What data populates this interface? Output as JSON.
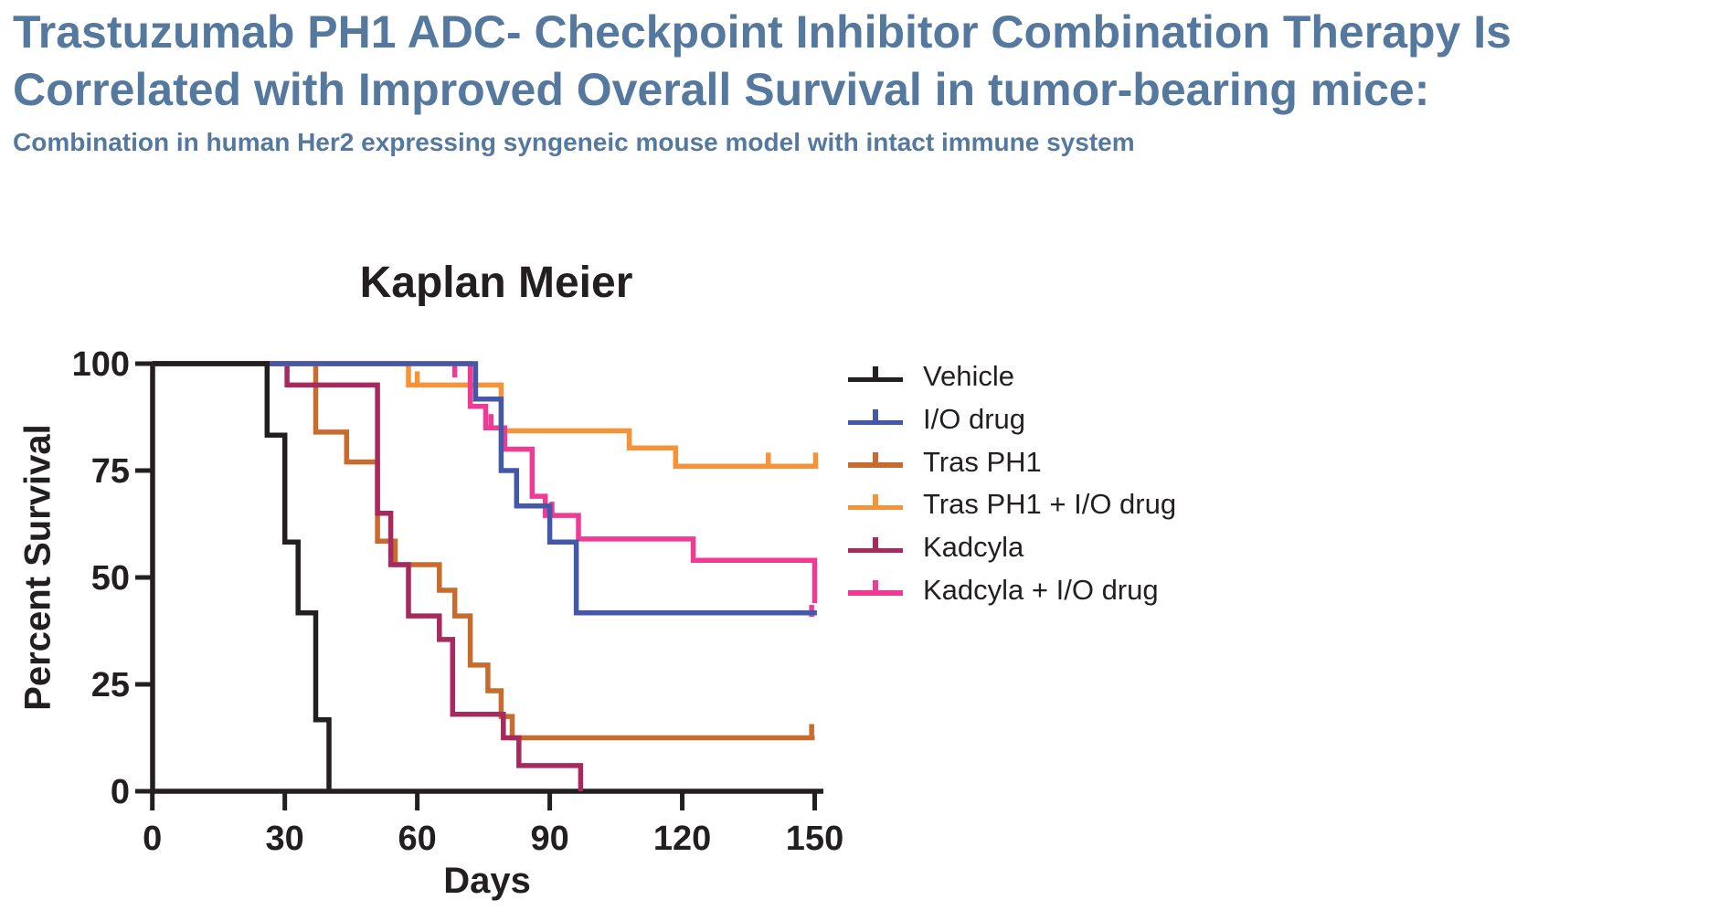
{
  "slide": {
    "title_line1": "Trastuzumab PH1 ADC- Checkpoint Inhibitor Combination Therapy Is",
    "title_line2": "Correlated with Improved Overall Survival in tumor-bearing mice:",
    "subtitle": "Combination in human Her2 expressing syngeneic mouse model with intact immune system",
    "title_color": "#55789e"
  },
  "chart_data": {
    "type": "line",
    "variant": "kaplan-meier-step-survival",
    "title": "Kaplan Meier",
    "xlabel": "Days",
    "ylabel": "Percent Survival",
    "xlim": [
      0,
      150
    ],
    "ylim": [
      0,
      100
    ],
    "x_ticks": [
      0,
      30,
      60,
      90,
      120,
      150
    ],
    "y_ticks": [
      100,
      75,
      50,
      25,
      0
    ],
    "grid": "off",
    "legend_position": "right",
    "axis_color": "#231f20",
    "draw_order": [
      2,
      4,
      3,
      5,
      1,
      0
    ],
    "series": [
      {
        "name": "Vehicle",
        "color": "#231f20",
        "steps": [
          [
            0,
            100
          ],
          [
            26,
            100
          ],
          [
            26,
            83.3
          ],
          [
            30,
            83.3
          ],
          [
            30,
            58.3
          ],
          [
            33,
            58.3
          ],
          [
            33,
            41.7
          ],
          [
            37,
            41.7
          ],
          [
            37,
            16.7
          ],
          [
            40,
            16.7
          ],
          [
            40,
            0
          ]
        ],
        "censors": []
      },
      {
        "name": "I/O drug",
        "color": "#4458aa",
        "steps": [
          [
            0,
            100
          ],
          [
            73.2,
            100
          ],
          [
            73.2,
            91.7
          ],
          [
            79,
            91.7
          ],
          [
            79,
            75
          ],
          [
            82.5,
            75
          ],
          [
            82.5,
            66.7
          ],
          [
            90,
            66.7
          ],
          [
            90,
            58.3
          ],
          [
            96,
            58.3
          ],
          [
            96,
            41.7
          ],
          [
            150.5,
            41.7
          ]
        ],
        "censors": []
      },
      {
        "name": "Tras PH1",
        "color": "#c76b2e",
        "steps": [
          [
            0,
            100
          ],
          [
            37,
            100
          ],
          [
            37,
            84
          ],
          [
            44,
            84
          ],
          [
            44,
            77
          ],
          [
            51,
            77
          ],
          [
            51,
            58.5
          ],
          [
            55,
            58.5
          ],
          [
            55,
            53
          ],
          [
            65,
            53
          ],
          [
            65,
            47
          ],
          [
            68.5,
            47
          ],
          [
            68.5,
            41
          ],
          [
            72,
            41
          ],
          [
            72,
            29.5
          ],
          [
            76,
            29.5
          ],
          [
            76,
            23.5
          ],
          [
            79,
            23.5
          ],
          [
            79,
            17.5
          ],
          [
            81.5,
            17.5
          ],
          [
            81.5,
            12.5
          ],
          [
            150,
            12.5
          ]
        ],
        "censors": [
          [
            149.3,
            12.5,
            "up"
          ]
        ]
      },
      {
        "name": "Tras PH1 + I/O drug",
        "color": "#f69339",
        "steps": [
          [
            0,
            100
          ],
          [
            58,
            100
          ],
          [
            58,
            95
          ],
          [
            79,
            95
          ],
          [
            79,
            84.3
          ],
          [
            108,
            84.3
          ],
          [
            108,
            80.3
          ],
          [
            118.5,
            80.3
          ],
          [
            118.5,
            76
          ],
          [
            150.8,
            76
          ]
        ],
        "censors": [
          [
            60,
            95,
            "up"
          ],
          [
            139.5,
            76,
            "up"
          ],
          [
            150.2,
            76,
            "up"
          ]
        ]
      },
      {
        "name": "Kadcyla",
        "color": "#a62a5d",
        "steps": [
          [
            0,
            100
          ],
          [
            30.5,
            100
          ],
          [
            30.5,
            95
          ],
          [
            51,
            95
          ],
          [
            51,
            65
          ],
          [
            54,
            65
          ],
          [
            54,
            53
          ],
          [
            58,
            53
          ],
          [
            58,
            41
          ],
          [
            65,
            41
          ],
          [
            65,
            35.5
          ],
          [
            68,
            35.5
          ],
          [
            68,
            18
          ],
          [
            79.5,
            18
          ],
          [
            79.5,
            12.5
          ],
          [
            83,
            12.5
          ],
          [
            83,
            6
          ],
          [
            97,
            6
          ],
          [
            97,
            0
          ]
        ],
        "censors": []
      },
      {
        "name": "Kadcyla + I/O drug",
        "color": "#ef3b93",
        "steps": [
          [
            0,
            100
          ],
          [
            72,
            100
          ],
          [
            72,
            90
          ],
          [
            75.5,
            90
          ],
          [
            75.5,
            85
          ],
          [
            79.8,
            85
          ],
          [
            79.8,
            80
          ],
          [
            86,
            80
          ],
          [
            86,
            69
          ],
          [
            89,
            69
          ],
          [
            89,
            64.5
          ],
          [
            96.5,
            64.5
          ],
          [
            96.5,
            59
          ],
          [
            122.5,
            59
          ],
          [
            122.5,
            54
          ],
          [
            150,
            54
          ],
          [
            150,
            44
          ]
        ],
        "censors": [
          [
            68.5,
            100,
            "down"
          ],
          [
            76.7,
            85,
            "up"
          ],
          [
            90.5,
            64.5,
            "up"
          ],
          [
            149.3,
            44,
            "down"
          ]
        ]
      }
    ]
  }
}
